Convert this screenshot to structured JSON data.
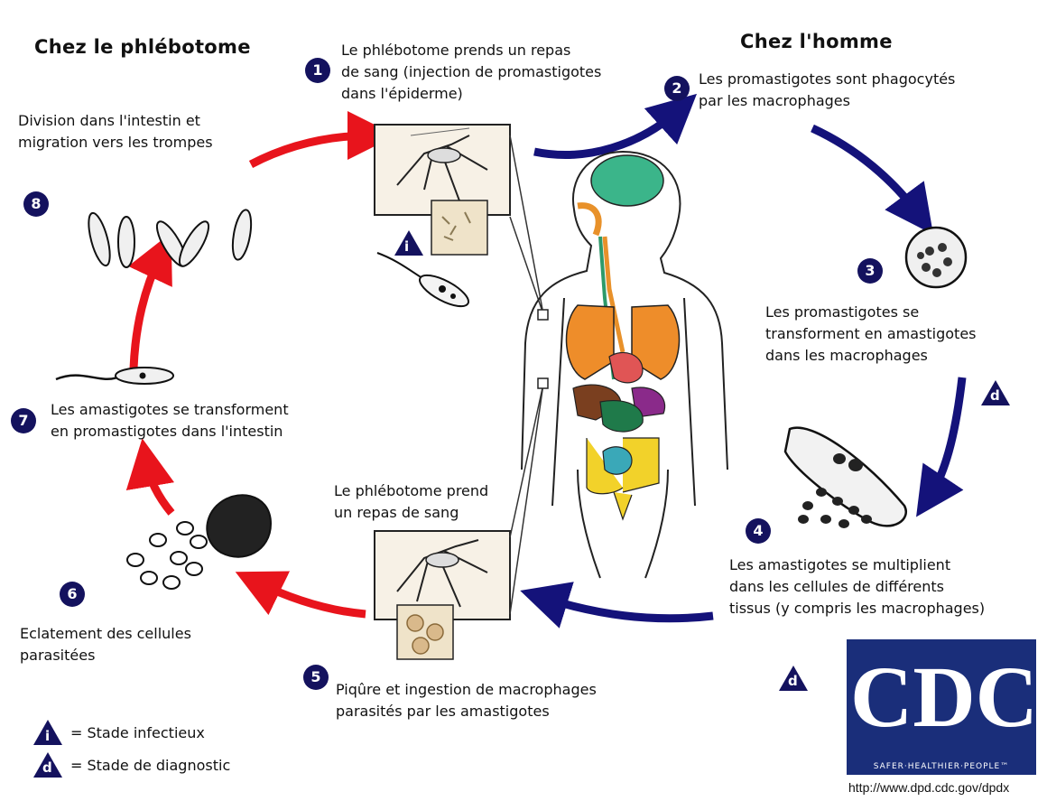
{
  "headers": {
    "sandfly": "Chez le phlébotome",
    "human": "Chez l'homme"
  },
  "steps": {
    "s1": {
      "num": "1",
      "text": "Le phlébotome prends un repas\nde sang (injection de promastigotes\ndans l'épiderme)"
    },
    "s2": {
      "num": "2",
      "text": "Les promastigotes sont phagocytés\npar les macrophages"
    },
    "s3": {
      "num": "3",
      "text": "Les promastigotes se\ntransforment en amastigotes\ndans les macrophages"
    },
    "s4": {
      "num": "4",
      "text": "Les amastigotes se multiplient\ndans les cellules de différents\ntissus (y compris les macrophages)"
    },
    "s5": {
      "num": "5",
      "text": "Piqûre et ingestion de macrophages\nparasités par les amastigotes"
    },
    "s5b": {
      "text": "Le phlébotome prend\nun repas de sang"
    },
    "s6": {
      "num": "6",
      "text": "Eclatement des cellules\nparasitées"
    },
    "s7": {
      "num": "7",
      "text": "Les amastigotes se transforment\nen promastigotes dans l'intestin"
    },
    "s8": {
      "num": "8",
      "text": "Division dans l'intestin et\nmigration vers les trompes"
    }
  },
  "legend": {
    "infective_letter": "i",
    "infective_label": "= Stade infectieux",
    "diagnostic_letter": "d",
    "diagnostic_label": "= Stade de diagnostic"
  },
  "logo": {
    "text": "CDC",
    "tagline": "SAFER·HEALTHIER·PEOPLE™",
    "url": "http://www.dpd.cdc.gov/dpdx"
  },
  "colors": {
    "red_arrow": "#e8141c",
    "blue_arrow": "#14127a",
    "badge": "#14125e"
  }
}
